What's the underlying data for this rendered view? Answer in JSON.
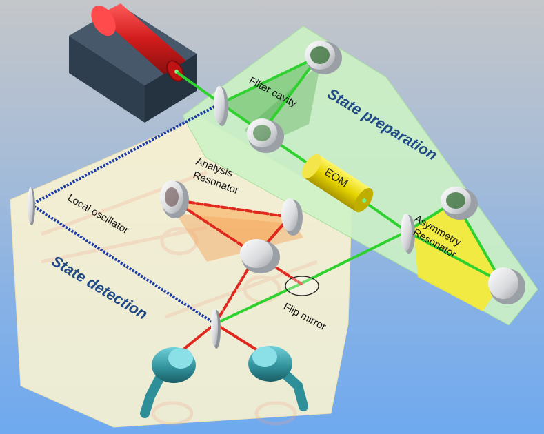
{
  "regions": {
    "state_preparation": "State preparation",
    "state_detection": "State detection"
  },
  "labels": {
    "filter_cavity": "Filter cavity",
    "analysis_resonator_line1": "Analysis",
    "analysis_resonator_line2": "Resonator",
    "local_oscillator": "Local oscillator",
    "eom": "EOM",
    "asymmetry_resonator_line1": "Asymmetry",
    "asymmetry_resonator_line2": "Resonator",
    "flip_mirror": "Flip mirror"
  },
  "colors": {
    "laser_body": "#d21c1c",
    "laser_base": "#2f3e4e",
    "beam_green": "#2fd12f",
    "beam_red": "#e0281e",
    "beam_blue_dashed": "#1a3aa8",
    "eom_yellow": "#e6d400",
    "detector_teal": "#2f8f99",
    "prep_panel": "#ccf2c4",
    "detect_panel": "#fdf5d2",
    "region_text": "#1f4a86"
  }
}
